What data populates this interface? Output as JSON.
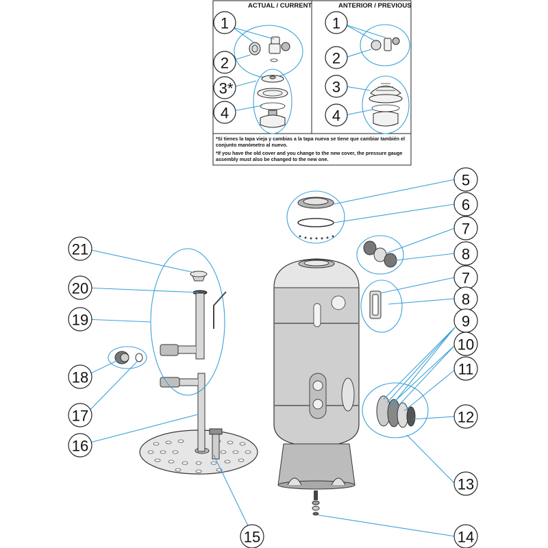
{
  "panel": {
    "header_current": "ACTUAL / CURRENT",
    "header_previous": "ANTERIOR / PREVIOUS",
    "note_es": "*Si tienes la tapa vieja y cambias a la tapa nueva se tiene que cambiar también el conjunto manómetro al nuevo.",
    "note_en": "*If you have the old cover and you change to the new cover, the pressure gauge assembly must also be changed to the new one."
  },
  "callouts": {
    "c1_current": "1",
    "c2_current": "2",
    "c3_current": "3*",
    "c4_current": "4",
    "c1_previous": "1",
    "c2_previous": "2",
    "c3_previous": "3",
    "c4_previous": "4",
    "c5": "5",
    "c6": "6",
    "c7a": "7",
    "c8a": "8",
    "c7b": "7",
    "c8b": "8",
    "c9": "9",
    "c10": "10",
    "c11": "11",
    "c12": "12",
    "c13": "13",
    "c14": "14",
    "c15": "15",
    "c16": "16",
    "c17": "17",
    "c18": "18",
    "c19": "19",
    "c20": "20",
    "c21": "21"
  }
}
